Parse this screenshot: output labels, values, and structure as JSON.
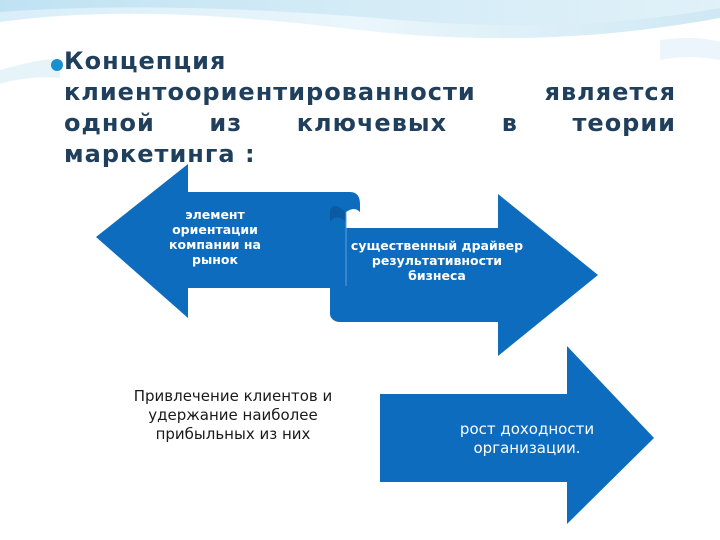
{
  "heading": {
    "line1": "Концепция",
    "line2": "клиентоориентированности является",
    "line3": "одной из ключевых в теории",
    "line4": "маркетинга :"
  },
  "arrows": {
    "left": "элемент ориентации компании на рынок",
    "right": "существенный драйвер результативности бизнеса"
  },
  "bottom_arrow": {
    "left_text": "Привлечение клиентов и удержание наиболее прибыльных из них",
    "right_text": "рост доходности организации."
  },
  "colors": {
    "arrow_blue": "#0d6cbd",
    "heading_text": "#1f3f5c",
    "bullet": "#1a8fd0"
  }
}
